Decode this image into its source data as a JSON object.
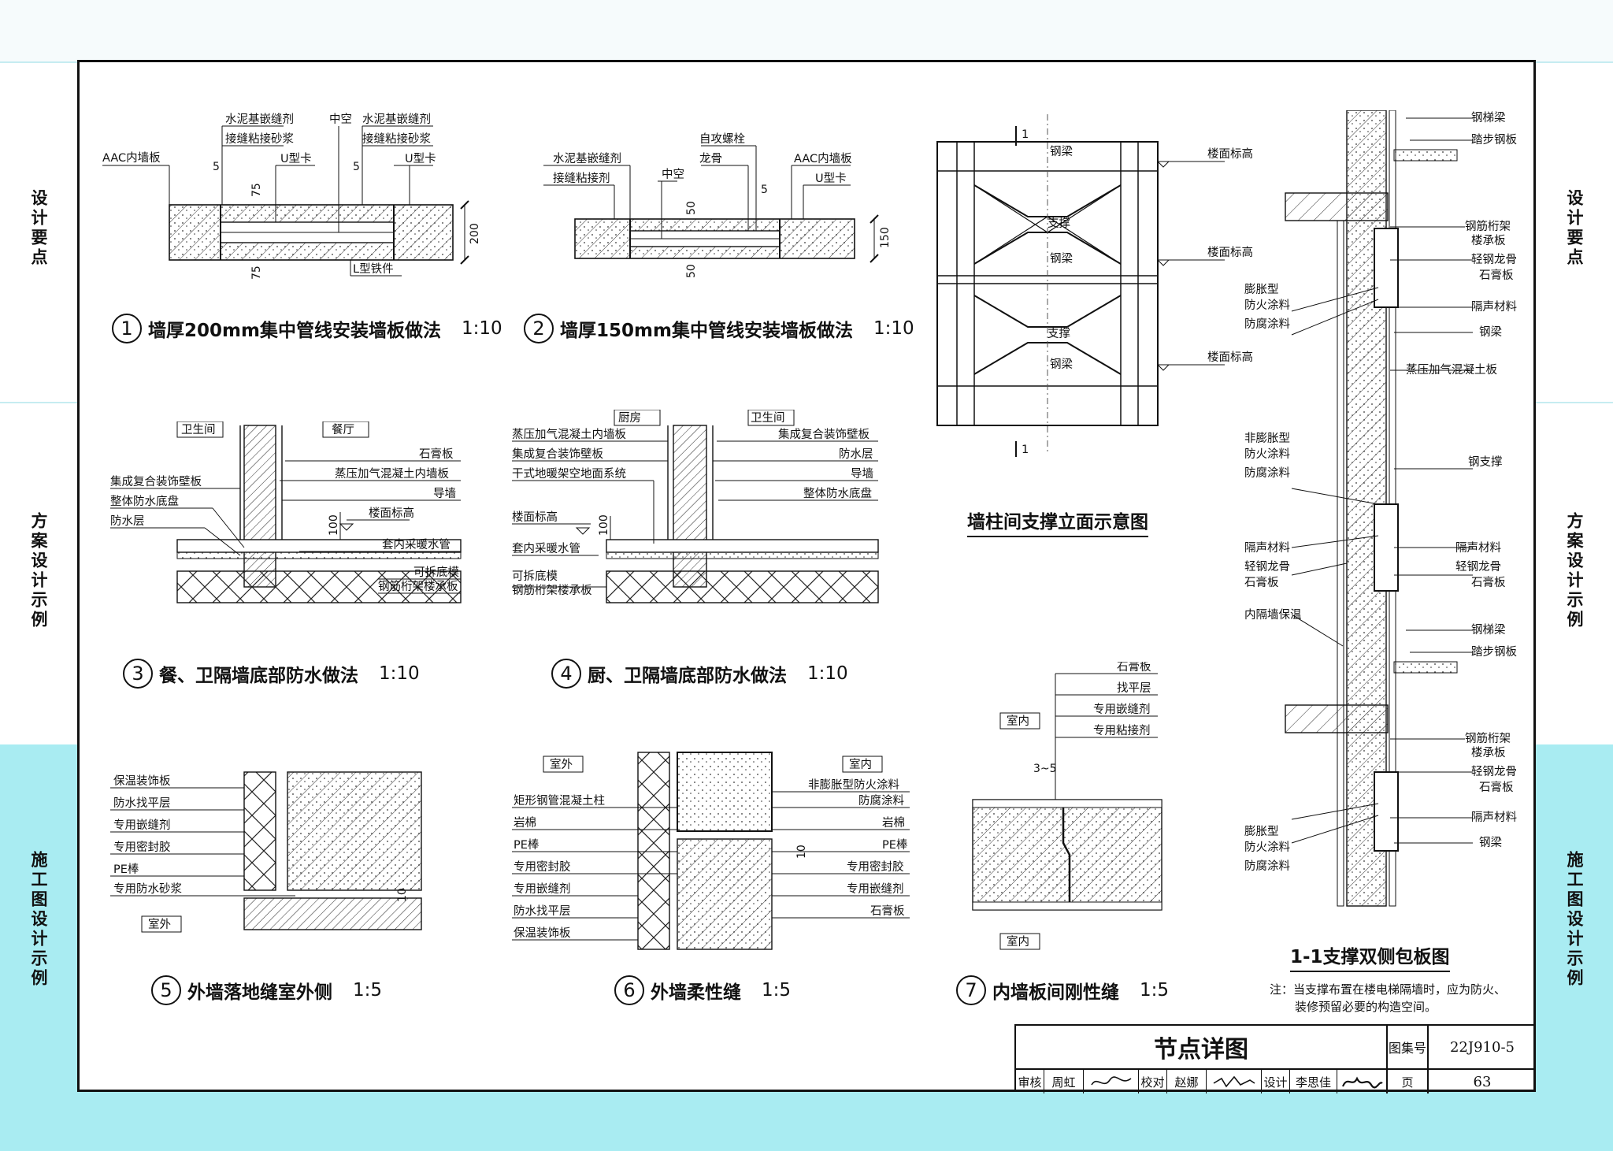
{
  "side_tabs": {
    "design_points": "设计要点",
    "scheme_example": "方案设计示例",
    "construction_example": "施工图设计示例"
  },
  "details": [
    {
      "num": "1",
      "title": "墙厚200mm集中管线安装墙板做法",
      "scale": "1:10"
    },
    {
      "num": "2",
      "title": "墙厚150mm集中管线安装墙板做法",
      "scale": "1:10"
    },
    {
      "num": "3",
      "title": "餐、卫隔墙底部防水做法",
      "scale": "1:10"
    },
    {
      "num": "4",
      "title": "厨、卫隔墙底部防水做法",
      "scale": "1:10"
    },
    {
      "num": "5",
      "title": "外墙落地缝室外侧",
      "scale": "1:5"
    },
    {
      "num": "6",
      "title": "外墙柔性缝",
      "scale": "1:5"
    },
    {
      "num": "7",
      "title": "内墙板间刚性缝",
      "scale": "1:5"
    }
  ],
  "d1": {
    "cement_joint": "水泥基嵌缝剂",
    "mortar": "接缝粘接砂浆",
    "hollow": "中空",
    "cement_joint2": "水泥基嵌缝剂",
    "mortar2": "接缝粘接砂浆",
    "aac": "AAC内墙板",
    "ucard": "U型卡",
    "ucard2": "U型卡",
    "lsteel": "L型铁件",
    "d5a": "5",
    "d5b": "5",
    "d75a": "75",
    "d75b": "75",
    "d200": "200"
  },
  "d2": {
    "cement_joint": "水泥基嵌缝剂",
    "adhesive": "接缝粘接剂",
    "bolt": "自攻螺栓",
    "keel": "龙骨",
    "hollow": "中空",
    "aac": "AAC内墙板",
    "ucard": "U型卡",
    "d5": "5",
    "d50a": "50",
    "d50b": "50",
    "d150": "150"
  },
  "d3": {
    "bath": "卫生间",
    "dining": "餐厅",
    "gypsum": "石膏板",
    "aac": "蒸压加气混凝土内墙板",
    "panel": "集成复合装饰壁板",
    "tray": "整体防水底盘",
    "waterproof": "防水层",
    "guide": "导墙",
    "floor": "楼面标高",
    "pipe": "套内采暖水管",
    "removable": "可拆底模",
    "truss": "钢筋桁架楼承板",
    "d100": "100"
  },
  "d4": {
    "kitchen": "厨房",
    "bath": "卫生间",
    "aac": "蒸压加气混凝土内墙板",
    "panel": "集成复合装饰壁板",
    "dry": "干式地暖架空地面系统",
    "floor": "楼面标高",
    "pipe": "套内采暖水管",
    "removable": "可拆底模",
    "truss": "钢筋桁架楼承板",
    "panel_r": "集成复合装饰壁板",
    "waterproof": "防水层",
    "guide": "导墙",
    "tray": "整体防水底盘",
    "d100": "100"
  },
  "d5": {
    "l1": "保温装饰板",
    "l2": "防水找平层",
    "l3": "专用嵌缝剂",
    "l4": "专用密封胶",
    "l5": "PE棒",
    "l6": "专用防水砂浆",
    "outside": "室外",
    "d10": "10"
  },
  "d6": {
    "outside": "室外",
    "inside": "室内",
    "l1": "矩形钢管混凝土柱",
    "l2": "岩棉",
    "l3": "PE棒",
    "l4": "专用密封胶",
    "l5": "专用嵌缝剂",
    "l6": "防水找平层",
    "l7": "保温装饰板",
    "r1": "非膨胀型防火涂料",
    "r2": "防腐涂料",
    "r3": "岩棉",
    "r4": "PE棒",
    "r5": "专用密封胶",
    "r6": "专用嵌缝剂",
    "r7": "石膏板",
    "d10": "10"
  },
  "d7": {
    "inside_top": "室内",
    "inside_bot": "室内",
    "l1": "石膏板",
    "l2": "找平层",
    "l3": "专用嵌缝剂",
    "l4": "专用粘接剂",
    "d35": "3~5"
  },
  "elev": {
    "title": "墙柱间支撑立面示意图",
    "beam1": "钢梁",
    "beam2": "钢梁",
    "beam3": "钢梁",
    "brace1": "支撑",
    "brace2": "支撑",
    "lvl1": "楼面标高",
    "lvl2": "楼面标高",
    "lvl3": "楼面标高",
    "sec1": "1",
    "sec2": "1"
  },
  "section": {
    "title": "1-1支撑双侧包板图",
    "note_head": "注：",
    "note_l1": "当支撑布置在楼电梯隔墙时，应为防火、",
    "note_l2": "装修预留必要的构造空间。",
    "r1": "钢梯梁",
    "r2": "踏步钢板",
    "r3": "钢筋桁架",
    "r3b": "楼承板",
    "r4": "轻钢龙骨",
    "r5": "石膏板",
    "r6": "隔声材料",
    "r7": "钢梁",
    "r8": "蒸压加气混凝土板",
    "l1": "膨胀型",
    "l1b": "防火涂料",
    "l2": "防腐涂料",
    "l3": "非膨胀型",
    "l3b": "防火涂料",
    "l4": "防腐涂料",
    "r9": "钢支撑",
    "l5": "隔声材料",
    "l6": "轻钢龙骨",
    "l7": "石膏板",
    "r10": "隔声材料",
    "r11": "轻钢龙骨",
    "r12": "石膏板",
    "l8": "内隔墙保温",
    "r13": "钢梯梁",
    "r14": "踏步钢板",
    "r15": "钢筋桁架",
    "r15b": "楼承板",
    "r16": "轻钢龙骨",
    "r17": "石膏板",
    "r18": "隔声材料",
    "r19": "钢梁",
    "l9": "膨胀型",
    "l9b": "防火涂料",
    "l10": "防腐涂料"
  },
  "title_block": {
    "title": "节点详图",
    "atlas_label": "图集号",
    "atlas_no": "22J910-5",
    "review_label": "审核",
    "reviewer": "周虹",
    "check_label": "校对",
    "checker": "赵娜",
    "design_label": "设计",
    "designer": "李思佳",
    "page_label": "页",
    "page_no": "63"
  }
}
